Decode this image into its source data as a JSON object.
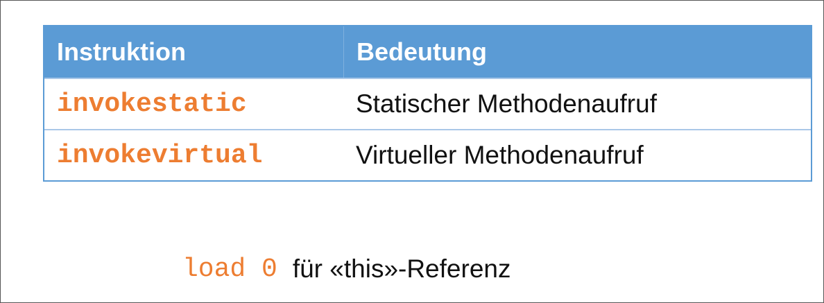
{
  "table": {
    "header": {
      "col1": "Instruktion",
      "col2": "Bedeutung"
    },
    "rows": [
      {
        "instruction": "invokestatic",
        "meaning": "Statischer Methodenaufruf"
      },
      {
        "instruction": "invokevirtual",
        "meaning": "Virtueller Methodenaufruf"
      }
    ]
  },
  "note": {
    "code": "load 0",
    "text": "für «this»-Referenz"
  },
  "colors": {
    "header_bg": "#5b9bd5",
    "code_accent": "#ed7d31",
    "table_border": "#5b9bd5"
  }
}
